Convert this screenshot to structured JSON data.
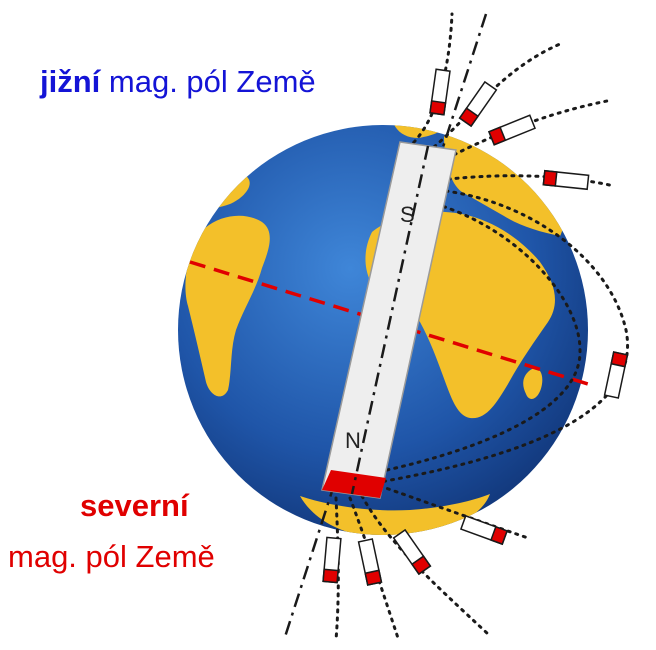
{
  "labels": {
    "south_pole_strong": "jižní",
    "south_pole_rest": " mag. pól Země",
    "north_pole_line1": "severní",
    "north_pole_line2": "mag. pól Země"
  },
  "magnet": {
    "top_letter": "S",
    "bottom_letter": "N"
  },
  "colors": {
    "ocean": "#1f55a8",
    "land": "#f3c02a",
    "magnet_body": "#eeeeee",
    "north_pole_red": "#e00000",
    "south_label_blue": "#1414d6",
    "field_lines": "#1a1a1a"
  }
}
